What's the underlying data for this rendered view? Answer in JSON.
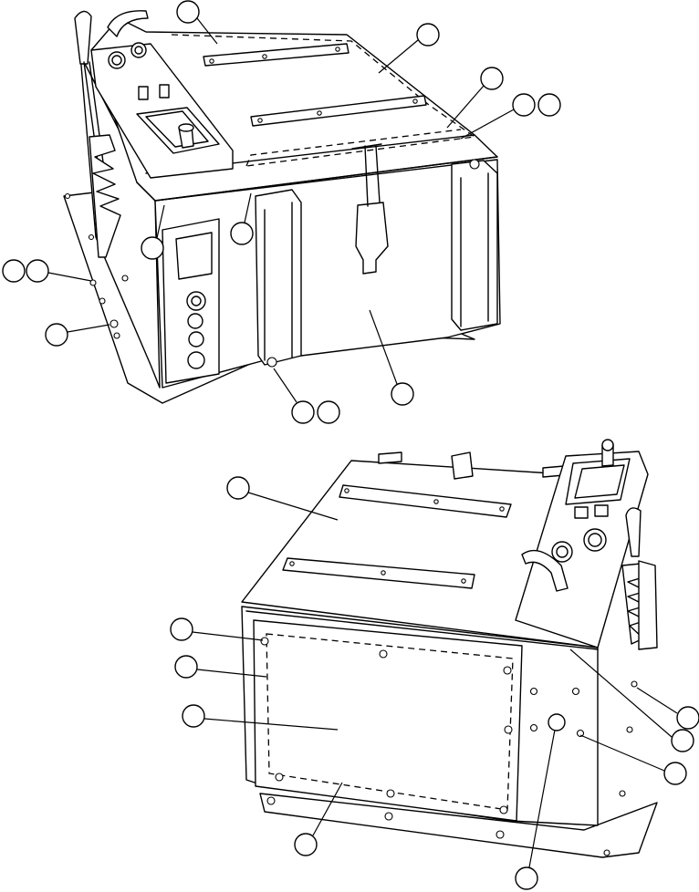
{
  "figure": {
    "type": "exploded-parts-drawing",
    "views": [
      "top-view-assembly",
      "bottom-view-assembly"
    ],
    "callout_labels": []
  }
}
